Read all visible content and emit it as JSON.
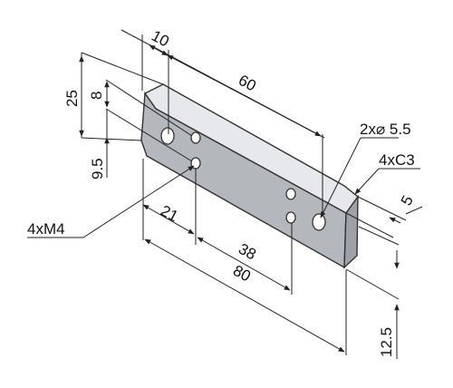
{
  "labels": {
    "dim_10": "10",
    "dim_60": "60",
    "dim_25": "25",
    "dim_8": "8",
    "dim_9_5": "9.5",
    "dim_4xM4": "4xM4",
    "dim_21": "21",
    "dim_38": "38",
    "dim_80": "80",
    "dim_2x_dia": "2x⌀ 5.5",
    "dim_4xC3": "4xC3",
    "dim_5": "5",
    "dim_12_5": "12.5"
  },
  "colors": {
    "plate_top": "#e6e8eb",
    "plate_front": "#b4b7bc",
    "plate_side": "#9ea2a8",
    "hole": "#ffffff",
    "line": "#222222"
  }
}
